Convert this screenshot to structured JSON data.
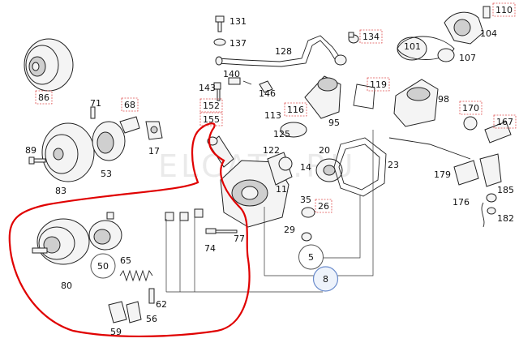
{
  "watermark": "ELCATS.RU",
  "colors": {
    "highlight": "#e00000",
    "box": "#e05050",
    "accent_circle": "#6b8ccc"
  },
  "callouts": [
    {
      "id": "110",
      "boxed": true
    },
    {
      "id": "131",
      "boxed": false
    },
    {
      "id": "137",
      "boxed": false
    },
    {
      "id": "134",
      "boxed": true
    },
    {
      "id": "104",
      "boxed": false
    },
    {
      "id": "101",
      "boxed": false
    },
    {
      "id": "107",
      "boxed": false
    },
    {
      "id": "128",
      "boxed": false
    },
    {
      "id": "86",
      "boxed": true
    },
    {
      "id": "140",
      "boxed": false
    },
    {
      "id": "143",
      "boxed": false
    },
    {
      "id": "146",
      "boxed": false
    },
    {
      "id": "119",
      "boxed": true
    },
    {
      "id": "98",
      "boxed": false
    },
    {
      "id": "71",
      "boxed": false
    },
    {
      "id": "68",
      "boxed": true
    },
    {
      "id": "152",
      "boxed": true
    },
    {
      "id": "155",
      "boxed": true
    },
    {
      "id": "116",
      "boxed": true
    },
    {
      "id": "113",
      "boxed": false
    },
    {
      "id": "95",
      "boxed": false
    },
    {
      "id": "170",
      "boxed": true
    },
    {
      "id": "167",
      "boxed": true
    },
    {
      "id": "125",
      "boxed": false
    },
    {
      "id": "17",
      "boxed": false
    },
    {
      "id": "89",
      "boxed": false
    },
    {
      "id": "53",
      "boxed": false
    },
    {
      "id": "122",
      "boxed": false
    },
    {
      "id": "20",
      "boxed": false
    },
    {
      "id": "23",
      "boxed": false
    },
    {
      "id": "14",
      "boxed": false
    },
    {
      "id": "179",
      "boxed": false
    },
    {
      "id": "83",
      "boxed": false
    },
    {
      "id": "11",
      "boxed": false
    },
    {
      "id": "35",
      "boxed": false
    },
    {
      "id": "26",
      "boxed": true
    },
    {
      "id": "176",
      "boxed": false
    },
    {
      "id": "185",
      "boxed": false
    },
    {
      "id": "182",
      "boxed": false
    },
    {
      "id": "29",
      "boxed": false
    },
    {
      "id": "77",
      "boxed": false
    },
    {
      "id": "74",
      "boxed": false
    },
    {
      "id": "65",
      "boxed": false
    },
    {
      "id": "50",
      "boxed": false
    },
    {
      "id": "5",
      "boxed": false
    },
    {
      "id": "8",
      "boxed": false
    },
    {
      "id": "80",
      "boxed": false
    },
    {
      "id": "62",
      "boxed": false
    },
    {
      "id": "56",
      "boxed": false
    },
    {
      "id": "59",
      "boxed": false
    }
  ]
}
